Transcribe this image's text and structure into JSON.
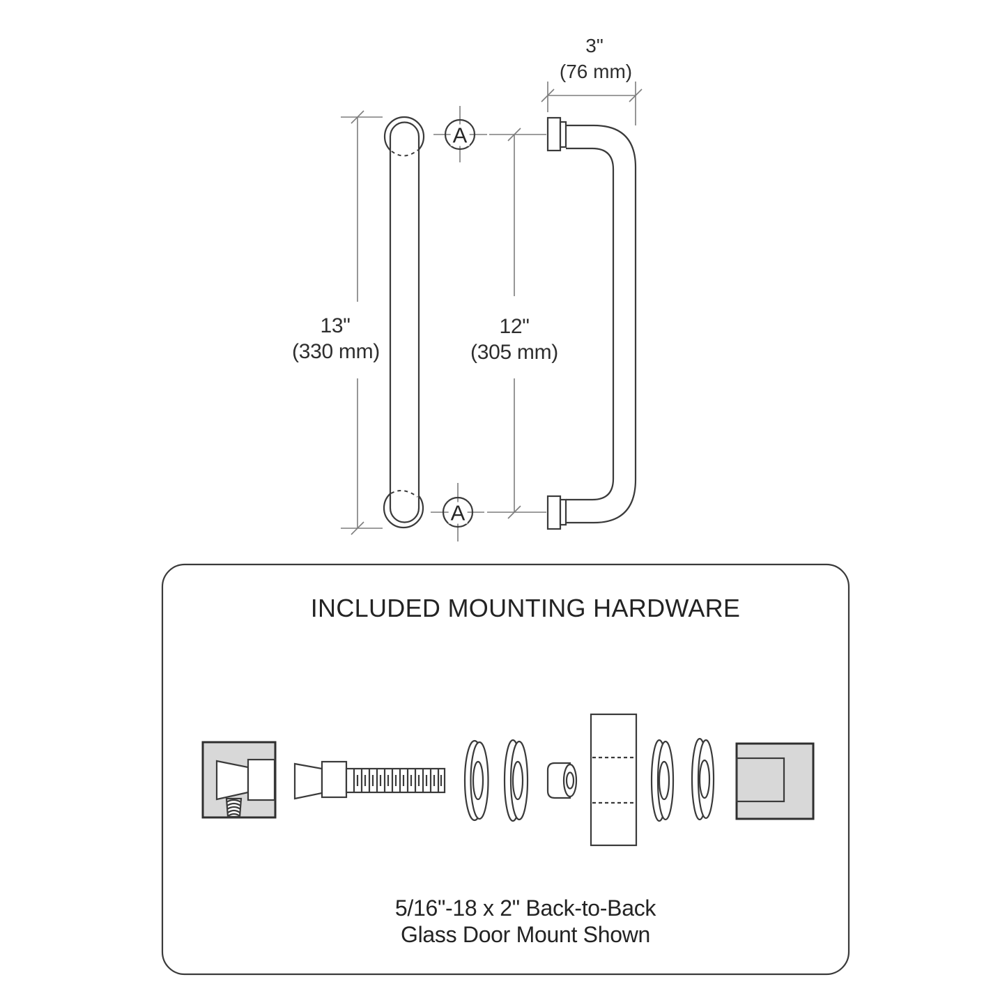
{
  "dimensions": {
    "projection_in": "3\"",
    "projection_mm": "(76 mm)",
    "length_in": "13\"",
    "length_mm": "(330 mm)",
    "spacing_in": "12\"",
    "spacing_mm": "(305 mm)"
  },
  "datum": {
    "label": "A"
  },
  "hardware_box": {
    "title": "INCLUDED MOUNTING HARDWARE",
    "caption_line1": "5/16\"-18 x 2\" Back-to-Back",
    "caption_line2": "Glass Door Mount Shown"
  },
  "colors": {
    "line": "#3a3a3a",
    "dim_line": "#7d7d7d",
    "gray_fill": "#d8d8d8",
    "background": "#ffffff"
  }
}
